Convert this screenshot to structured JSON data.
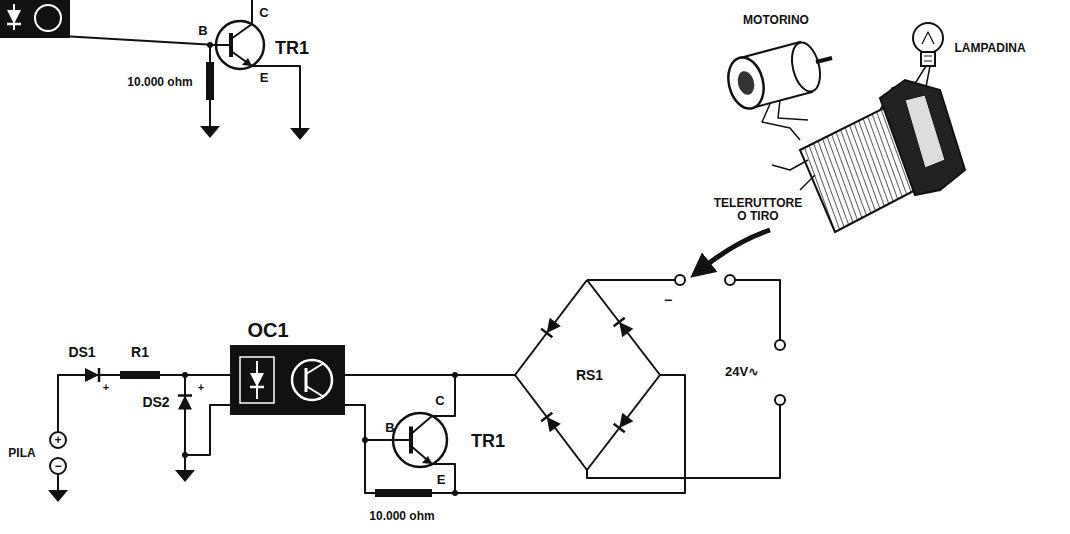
{
  "diagram": {
    "nodes": [
      {
        "text": [
          "OC1"
        ]
      },
      {
        "text": [
          "RS1"
        ]
      }
    ],
    "edges": [
      {
        "from": 0,
        "to": 1,
        "arrow": "none"
      }
    ],
    "labels": [
      "B",
      "C",
      "E",
      "TR1",
      "10.000 ohm",
      "MOTORINO",
      "LAMPADINA",
      "TELERUTTORE O TIRO",
      "DS1",
      "R1",
      "+",
      "DS2",
      "+",
      "+",
      "−",
      "PILA",
      "B",
      "C",
      "E",
      "TR1",
      "10.000 ohm",
      "24V∿",
      "−"
    ]
  }
}
